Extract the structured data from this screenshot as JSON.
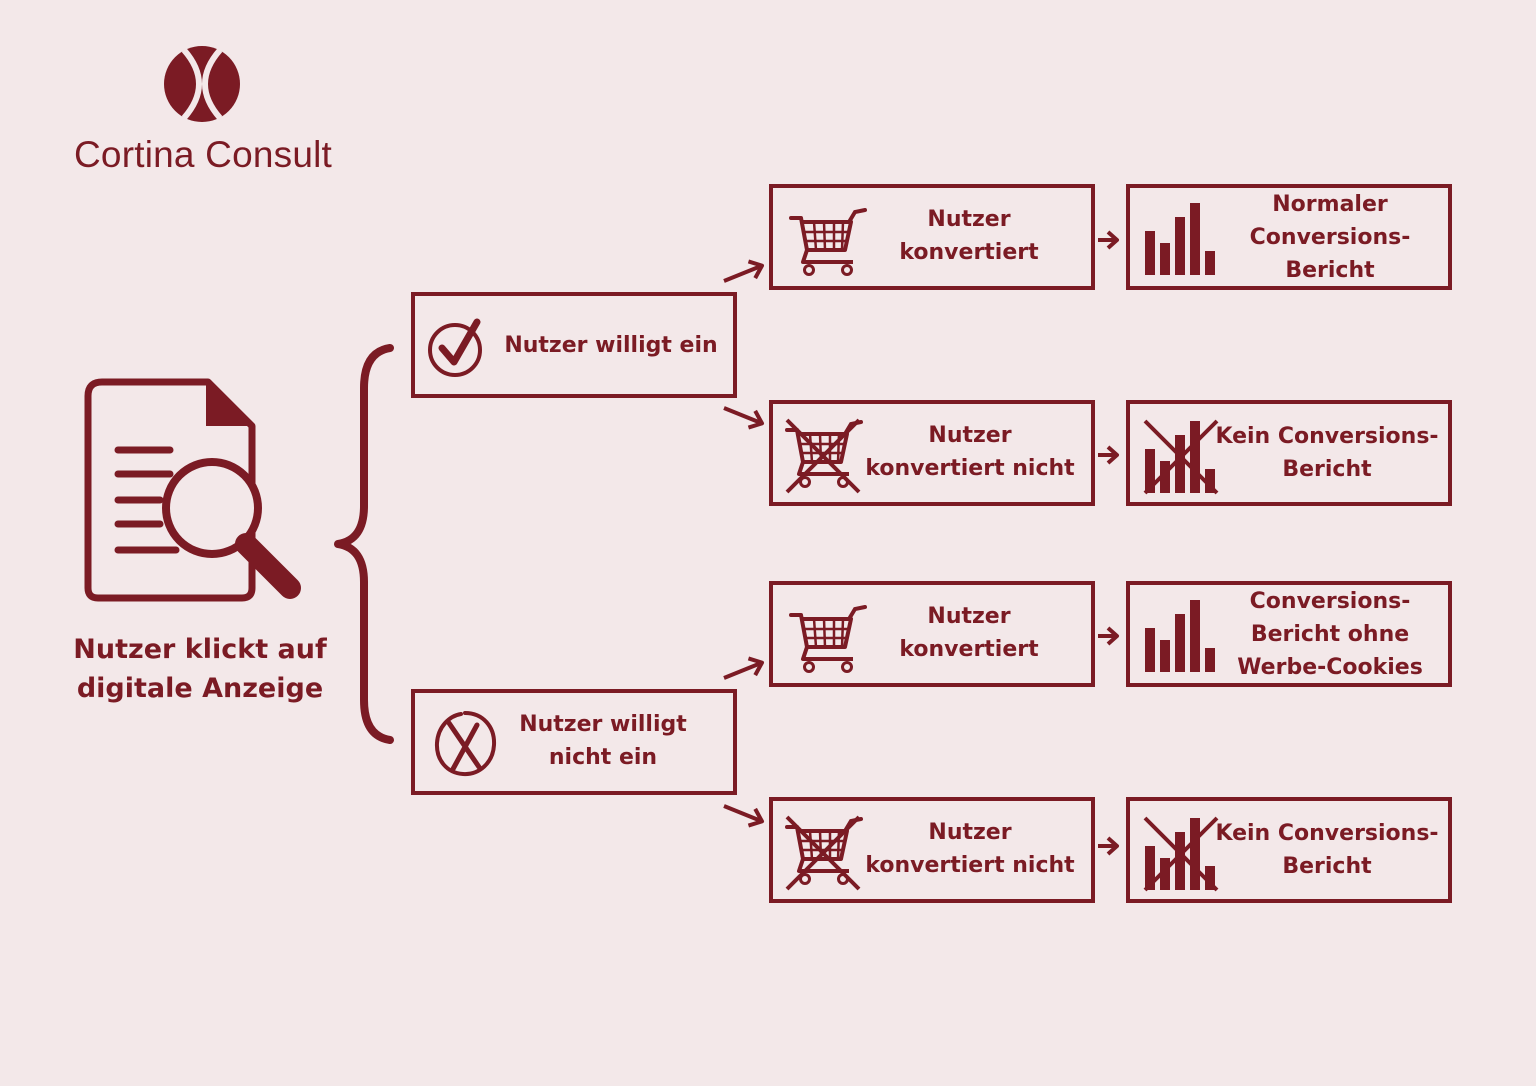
{
  "brand": {
    "name": "Cortina Consult",
    "color": "#7b1b24",
    "background": "#f3e8e9"
  },
  "start": {
    "label": "Nutzer klickt auf\ndigitale Anzeige",
    "icon": "document-search-icon"
  },
  "consent": {
    "yes": {
      "label": "Nutzer willigt ein",
      "icon": "check-circle-icon"
    },
    "no": {
      "label": "Nutzer willigt\nnicht ein",
      "icon": "x-circle-icon"
    }
  },
  "outcomes": [
    {
      "conversion": "Nutzer\nkonvertiert",
      "report": "Normaler\nConversions-\nBericht"
    },
    {
      "conversion": "Nutzer\nkonvertiert nicht",
      "report": "Kein Conversions-\nBericht"
    },
    {
      "conversion": "Nutzer\nkonvertiert",
      "report": "Conversions-\nBericht ohne\nWerbe-Cookies"
    },
    {
      "conversion": "Nutzer\nkonvertiert nicht",
      "report": "Kein Conversions-\nBericht"
    }
  ]
}
